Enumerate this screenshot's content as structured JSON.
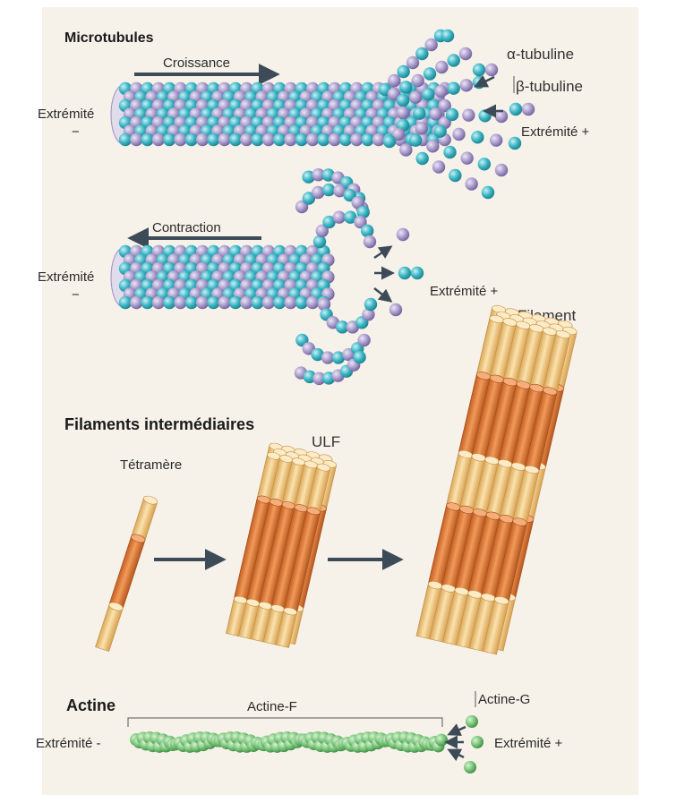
{
  "sections": {
    "microtubules": {
      "title": "Microtubules",
      "growth_label": "Croissance",
      "contraction_label": "Contraction",
      "alpha_label": "α-tubuline",
      "beta_label": "β-tubuline",
      "minus_end_label": "Extrémité",
      "minus_sign": "−",
      "plus_end_label": "Extrémité +"
    },
    "intermediate_filaments": {
      "title": "Filaments intermédiaires",
      "tetramer_label": "Tétramère",
      "ulf_label": "ULF",
      "filament_label": "Filament"
    },
    "actin": {
      "title": "Actine",
      "f_actin_label": "Actine-F",
      "g_actin_label": "Actine-G",
      "minus_end_label": "Extrémité -",
      "plus_end_label": "Extrémité +"
    }
  },
  "colors": {
    "panel_bg": "#f6f2ea",
    "tubulin_alpha": "#3bb5c4",
    "tubulin_beta": "#a99bcb",
    "if_light": "#f6d188",
    "if_dark": "#e8823e",
    "actin_green": "#7ac57a",
    "arrow": "#3d4a57"
  }
}
